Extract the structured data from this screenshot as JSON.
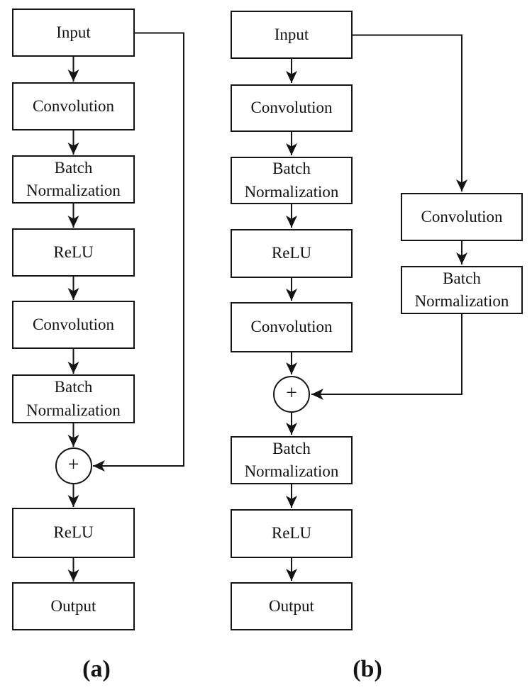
{
  "figure": {
    "panels": [
      {
        "id": "a",
        "caption": "(a)",
        "plus_symbol": "+",
        "nodes": {
          "input": "Input",
          "conv1": "Convolution",
          "bn1": "Batch Normalization",
          "relu1": "ReLU",
          "conv2": "Convolution",
          "bn2": "Batch Normalization",
          "relu2": "ReLU",
          "output": "Output"
        }
      },
      {
        "id": "b",
        "caption": "(b)",
        "plus_symbol": "+",
        "nodes": {
          "input": "Input",
          "conv1": "Convolution",
          "bn1": "Batch Normalization",
          "relu1": "ReLU",
          "conv2": "Convolution",
          "bn_post": "Batch Normalization",
          "relu2": "ReLU",
          "output": "Output",
          "shortcut_conv": "Convolution",
          "shortcut_bn": "Batch Normalization"
        }
      }
    ],
    "colors": {
      "stroke": "#141414",
      "background": "#ffffff"
    }
  }
}
